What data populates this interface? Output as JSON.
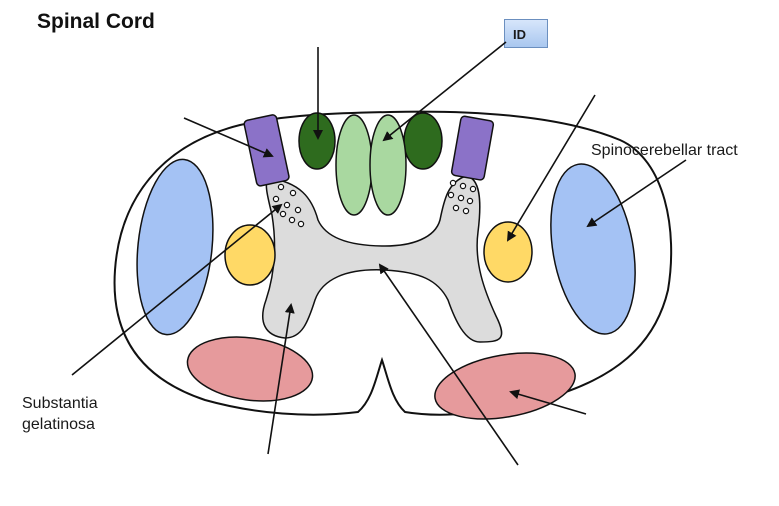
{
  "title": "Spinal Cord",
  "id_badge": "ID",
  "labels": {
    "spinocerebellar": "Spinocerebellar tract",
    "substantia_line1": "Substantia",
    "substantia_line2": "gelatinosa"
  },
  "colors": {
    "outline": "#111111",
    "gray_matter": "#dcdcdc",
    "dark_green": "#2e6b1e",
    "light_green": "#a9d8a0",
    "purple": "#8b72c8",
    "yellow": "#ffd966",
    "blue": "#a4c2f4",
    "red": "#e69a9c",
    "id_badge_bg": "#c9dcf7"
  }
}
